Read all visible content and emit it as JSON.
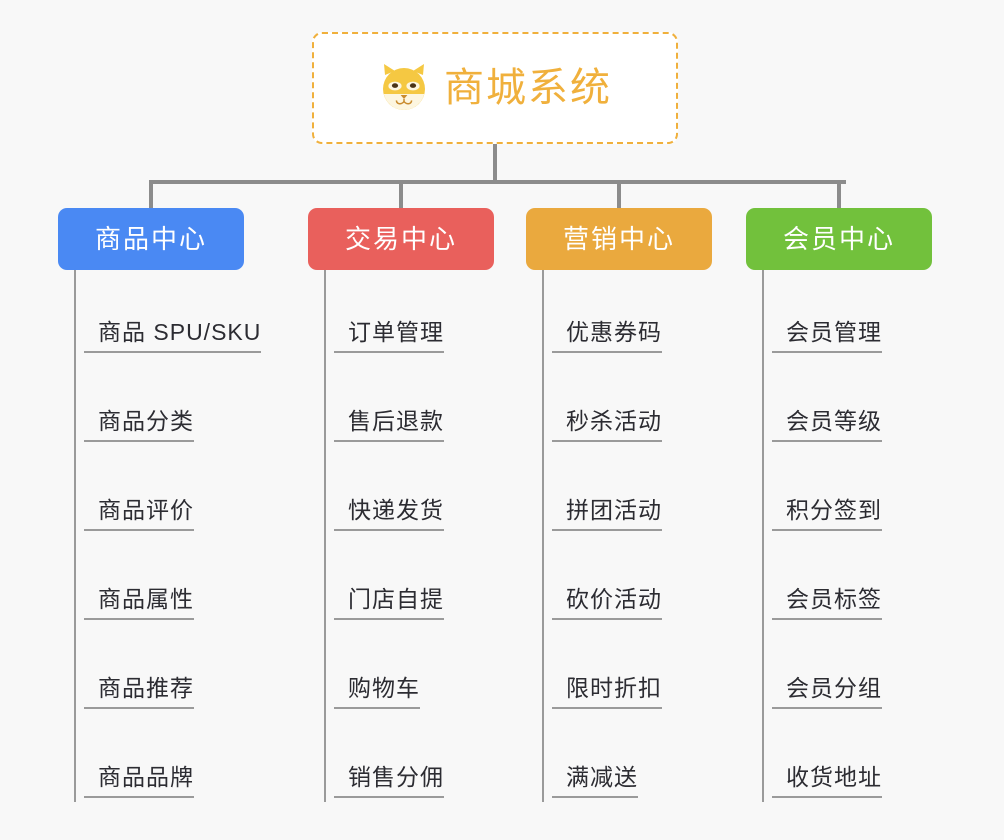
{
  "root": {
    "title": "商城系统",
    "icon": "shiba-dog-icon",
    "border_color": "#f0b03c",
    "text_color": "#f0b03c",
    "background": "#ffffff"
  },
  "canvas": {
    "background": "#f8f8f8",
    "connector_color": "#8c8c8c",
    "leaf_line_color": "#9a9a9a",
    "leaf_text_color": "#2c2c32"
  },
  "columns": [
    {
      "label": "商品中心",
      "color": "#4a89f3",
      "items": [
        "商品 SPU/SKU",
        "商品分类",
        "商品评价",
        "商品属性",
        "商品推荐",
        "商品品牌"
      ]
    },
    {
      "label": "交易中心",
      "color": "#e9605c",
      "items": [
        "订单管理",
        "售后退款",
        "快递发货",
        "门店自提",
        "购物车",
        "销售分佣"
      ]
    },
    {
      "label": "营销中心",
      "color": "#eaa93e",
      "items": [
        "优惠券码",
        "秒杀活动",
        "拼团活动",
        "砍价活动",
        "限时折扣",
        "满减送"
      ]
    },
    {
      "label": "会员中心",
      "color": "#72c13c",
      "items": [
        "会员管理",
        "会员等级",
        "积分签到",
        "会员标签",
        "会员分组",
        "收货地址"
      ]
    }
  ]
}
